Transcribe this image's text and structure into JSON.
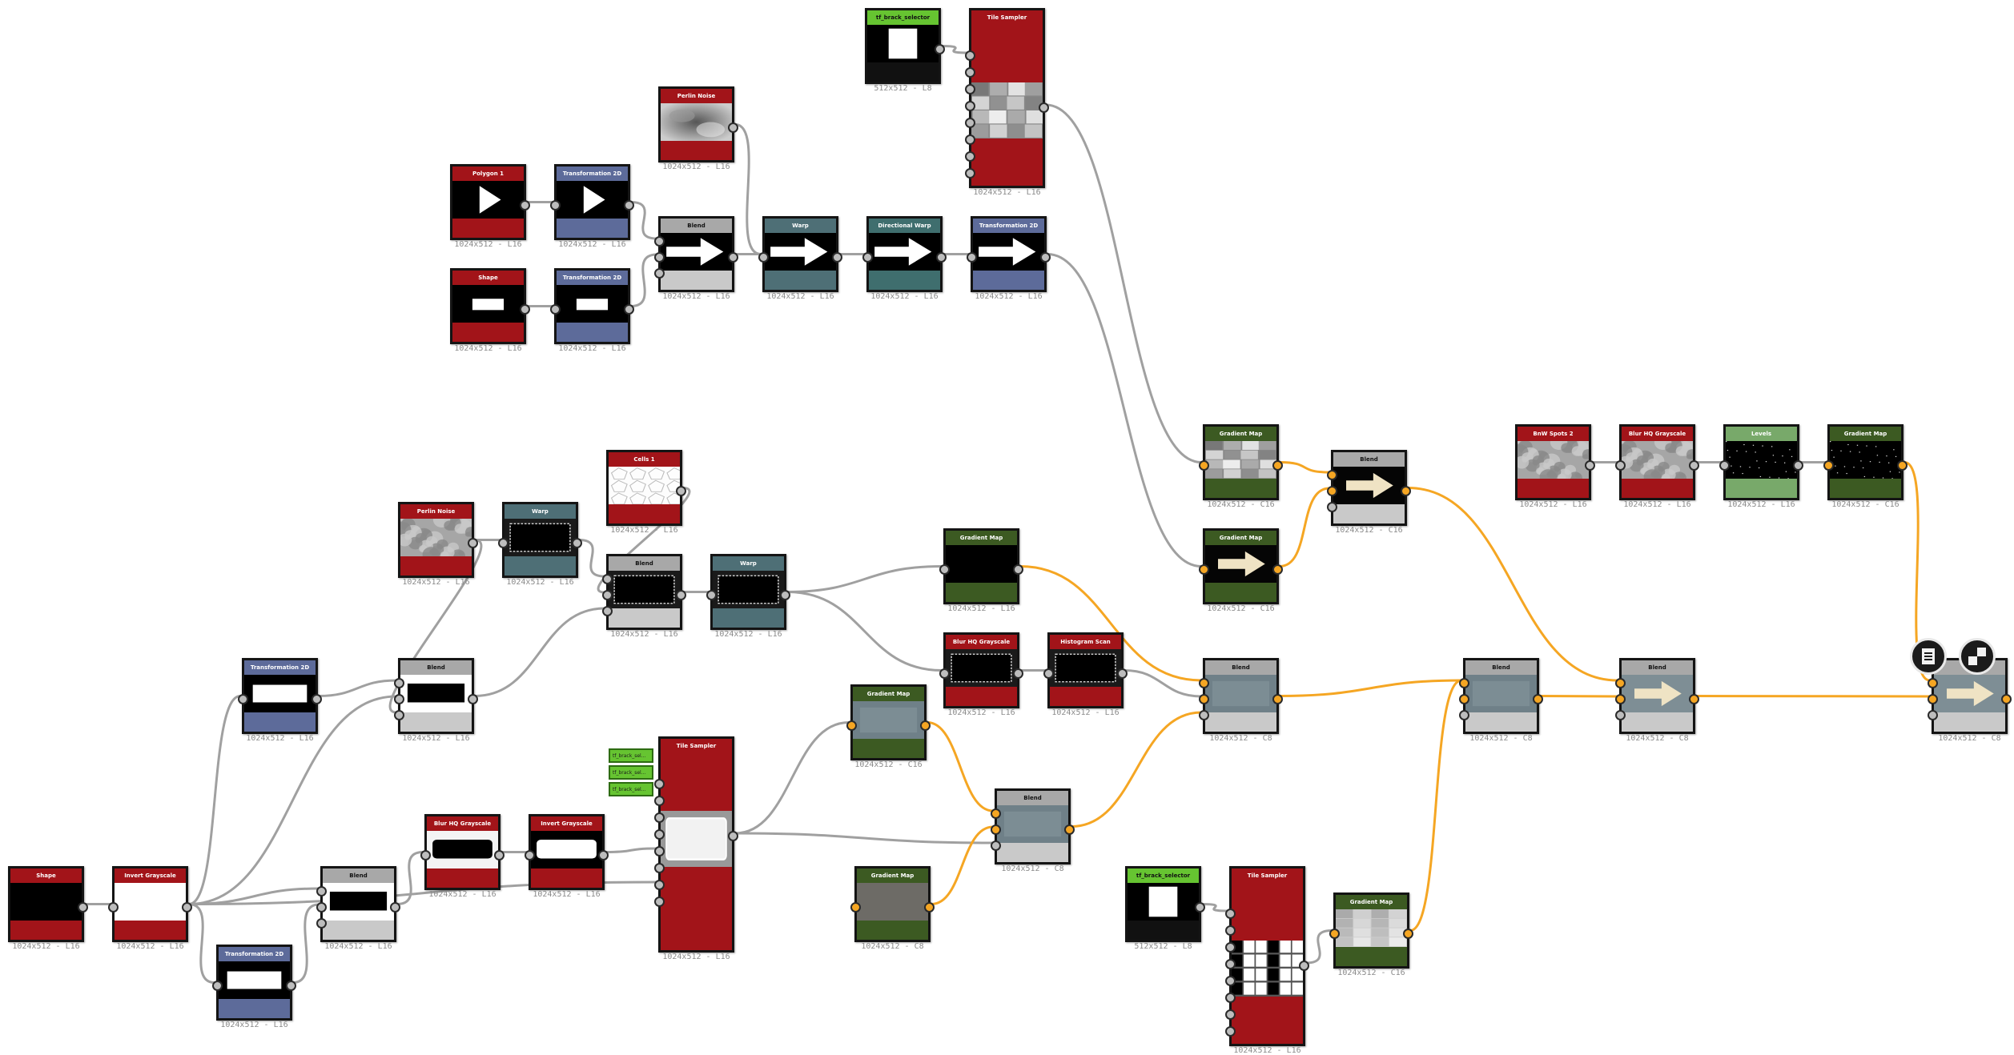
{
  "colors": {
    "generator": "#a21419",
    "transform": "#5d6b9a",
    "blend": "#a8a8a8",
    "blend_foot": "#c9c9c9",
    "warp": "#4e6f76",
    "dirwarp": "#3f6e6e",
    "gradient": "#3c5a22",
    "levels": "#78a96a",
    "selector": "#66c431",
    "wire_gray": "#a0a0a0",
    "wire_orange": "#f5a623"
  },
  "nodes": [
    {
      "id": "sel1",
      "title": "tf_brack_selector",
      "sub": "512x512 - L8",
      "kind": "selector",
      "thumb": "white-square"
    },
    {
      "id": "tile1",
      "title": "Tile Sampler",
      "sub": "1024x512 - L16",
      "kind": "generator",
      "thumb": "tiles"
    },
    {
      "id": "perlin1",
      "title": "Perlin Noise",
      "sub": "1024x512 - L16",
      "kind": "generator",
      "thumb": "noise-soft"
    },
    {
      "id": "poly1",
      "title": "Polygon 1",
      "sub": "1024x512 - L16",
      "kind": "generator",
      "thumb": "triangle"
    },
    {
      "id": "tr1",
      "title": "Transformation 2D",
      "sub": "1024x512 - L16",
      "kind": "transform",
      "thumb": "triangle"
    },
    {
      "id": "shape1",
      "title": "Shape",
      "sub": "1024x512 - L16",
      "kind": "generator",
      "thumb": "rect"
    },
    {
      "id": "tr2",
      "title": "Transformation 2D",
      "sub": "1024x512 - L16",
      "kind": "transform",
      "thumb": "rect"
    },
    {
      "id": "blend1",
      "title": "Blend",
      "sub": "1024x512 - L16",
      "kind": "blend",
      "thumb": "arrow"
    },
    {
      "id": "warp1",
      "title": "Warp",
      "sub": "1024x512 - L16",
      "kind": "warp",
      "thumb": "arrow"
    },
    {
      "id": "dwarp",
      "title": "Directional Warp",
      "sub": "1024x512 - L16",
      "kind": "dirwarp",
      "thumb": "arrow"
    },
    {
      "id": "tr3",
      "title": "Transformation 2D",
      "sub": "1024x512 - L16",
      "kind": "transform",
      "thumb": "arrow"
    },
    {
      "id": "gm1",
      "title": "Gradient Map",
      "sub": "1024x512 - C16",
      "kind": "gradient",
      "thumb": "tiles"
    },
    {
      "id": "gm2",
      "title": "Gradient Map",
      "sub": "1024x512 - C16",
      "kind": "gradient",
      "thumb": "arrow-cream"
    },
    {
      "id": "blend2",
      "title": "Blend",
      "sub": "1024x512 - C16",
      "kind": "blend",
      "thumb": "arrow-cream"
    },
    {
      "id": "bw",
      "title": "BnW Spots 2",
      "sub": "1024x512 - L16",
      "kind": "generator",
      "thumb": "noise-gray"
    },
    {
      "id": "blur1",
      "title": "Blur HQ Grayscale",
      "sub": "1024x512 - L16",
      "kind": "generator",
      "thumb": "noise-gray"
    },
    {
      "id": "levels",
      "title": "Levels",
      "sub": "1024x512 - L16",
      "kind": "levels",
      "thumb": "speckle"
    },
    {
      "id": "gm3",
      "title": "Gradient Map",
      "sub": "1024x512 - C16",
      "kind": "gradient",
      "thumb": "speckle"
    },
    {
      "id": "cells",
      "title": "Cells 1",
      "sub": "1024x512 - L16",
      "kind": "generator",
      "thumb": "cells"
    },
    {
      "id": "perlin2",
      "title": "Perlin Noise",
      "sub": "1024x512 - L16",
      "kind": "generator",
      "thumb": "noise-gray"
    },
    {
      "id": "warp2",
      "title": "Warp",
      "sub": "1024x512 - L16",
      "kind": "warp",
      "thumb": "dark-blob"
    },
    {
      "id": "blend3",
      "title": "Blend",
      "sub": "1024x512 - L16",
      "kind": "blend",
      "thumb": "dark-blob"
    },
    {
      "id": "warp3",
      "title": "Warp",
      "sub": "1024x512 - L16",
      "kind": "warp",
      "thumb": "dark-blob"
    },
    {
      "id": "gm4",
      "title": "Gradient Map",
      "sub": "1024x512 - L16",
      "kind": "gradient",
      "thumb": "black"
    },
    {
      "id": "blur2",
      "title": "Blur HQ Grayscale",
      "sub": "1024x512 - L16",
      "kind": "generator",
      "thumb": "dark-blob"
    },
    {
      "id": "hist",
      "title": "Histogram Scan",
      "sub": "1024x512 - L16",
      "kind": "generator",
      "thumb": "dark-blob"
    },
    {
      "id": "tr4",
      "title": "Transformation 2D",
      "sub": "1024x512 - L16",
      "kind": "transform",
      "thumb": "white-bar"
    },
    {
      "id": "blend4",
      "title": "Blend",
      "sub": "1024x512 - L16",
      "kind": "blend",
      "thumb": "black-bar"
    },
    {
      "id": "blend5",
      "title": "Blend",
      "sub": "1024x512 - C8",
      "kind": "blend",
      "thumb": "steel"
    },
    {
      "id": "blend6",
      "title": "Blend",
      "sub": "1024x512 - C8",
      "kind": "blend",
      "thumb": "steel"
    },
    {
      "id": "blend7",
      "title": "Blend",
      "sub": "1024x512 - C8",
      "kind": "blend",
      "thumb": "arrow-cream-steel"
    },
    {
      "id": "final",
      "title": "",
      "sub": "1024x512 - C8",
      "kind": "blend",
      "thumb": "arrow-cream-steel"
    },
    {
      "id": "tile2",
      "title": "Tile Sampler",
      "sub": "1024x512 - L16",
      "kind": "generator",
      "thumb": "white-blob"
    },
    {
      "id": "gm5",
      "title": "Gradient Map",
      "sub": "1024x512 - C16",
      "kind": "gradient",
      "thumb": "steel"
    },
    {
      "id": "blend8",
      "title": "Blend",
      "sub": "1024x512 - C8",
      "kind": "blend",
      "thumb": "steel"
    },
    {
      "id": "gm6",
      "title": "Gradient Map",
      "sub": "1024x512 - C8",
      "kind": "gradient",
      "thumb": "stone"
    },
    {
      "id": "shape2",
      "title": "Shape",
      "sub": "1024x512 - L16",
      "kind": "generator",
      "thumb": "black"
    },
    {
      "id": "inv1",
      "title": "Invert Grayscale",
      "sub": "1024x512 - L16",
      "kind": "generator",
      "thumb": "white"
    },
    {
      "id": "tr5",
      "title": "Transformation 2D",
      "sub": "1024x512 - L16",
      "kind": "transform",
      "thumb": "white-bar"
    },
    {
      "id": "blend9",
      "title": "Blend",
      "sub": "1024x512 - L16",
      "kind": "blend",
      "thumb": "black-bar"
    },
    {
      "id": "blur3",
      "title": "Blur HQ Grayscale",
      "sub": "1024x512 - L16",
      "kind": "generator",
      "thumb": "black-bar-soft"
    },
    {
      "id": "inv2",
      "title": "Invert Grayscale",
      "sub": "1024x512 - L16",
      "kind": "generator",
      "thumb": "white-bar-soft"
    },
    {
      "id": "sel2",
      "title": "tf_brack_selector",
      "sub": "512x512 - L8",
      "kind": "selector",
      "thumb": "white-square"
    },
    {
      "id": "tile3",
      "title": "Tile Sampler",
      "sub": "1024x512 - L16",
      "kind": "generator",
      "thumb": "tiles-bw"
    },
    {
      "id": "gm7",
      "title": "Gradient Map",
      "sub": "1024x512 - C16",
      "kind": "gradient",
      "thumb": "tiles-light"
    }
  ],
  "mini_labels": [
    "tf_brack_sel...",
    "tf_brack_sel...",
    "tf_brack_sel..."
  ],
  "toolbar": {
    "explore_icon": "document-list-icon",
    "compare_icon": "checker-icon"
  }
}
